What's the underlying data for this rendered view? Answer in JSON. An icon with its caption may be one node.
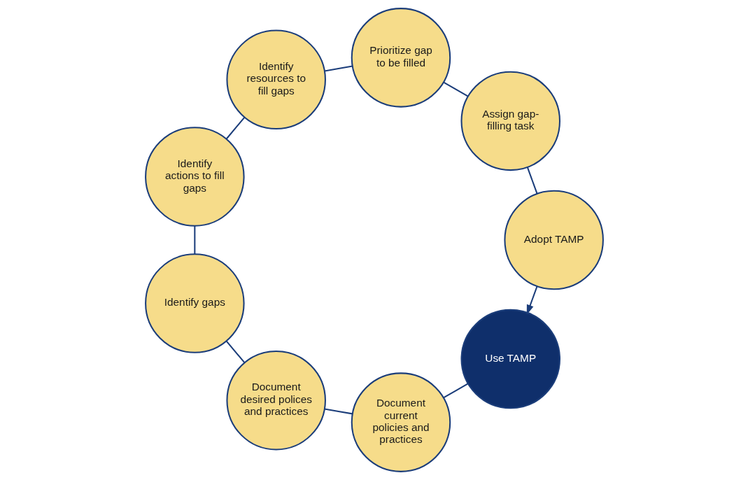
{
  "diagram": {
    "nodes": [
      {
        "text": [
          "Use TAMP"
        ]
      },
      {
        "text": [
          "Document current policies and practices"
        ]
      },
      {
        "text": [
          "Document desired polices and practices"
        ]
      },
      {
        "text": [
          "Identify gaps"
        ]
      },
      {
        "text": [
          "Identify actions to fill gaps"
        ]
      },
      {
        "text": [
          "Identify resources to fill gaps"
        ]
      },
      {
        "text": [
          "Prioritize gap to be filled"
        ]
      },
      {
        "text": [
          "Assign gap-filling task"
        ]
      },
      {
        "text": [
          "Adopt TAMP"
        ]
      }
    ],
    "edges": [
      {
        "from": 0,
        "to": 1,
        "arrow": "none"
      },
      {
        "from": 1,
        "to": 2,
        "arrow": "none"
      },
      {
        "from": 2,
        "to": 3,
        "arrow": "none"
      },
      {
        "from": 3,
        "to": 4,
        "arrow": "none"
      },
      {
        "from": 4,
        "to": 5,
        "arrow": "none"
      },
      {
        "from": 5,
        "to": 6,
        "arrow": "none"
      },
      {
        "from": 6,
        "to": 7,
        "arrow": "none"
      },
      {
        "from": 7,
        "to": 8,
        "arrow": "none"
      },
      {
        "from": 8,
        "to": 0,
        "arrow": "to"
      }
    ]
  }
}
